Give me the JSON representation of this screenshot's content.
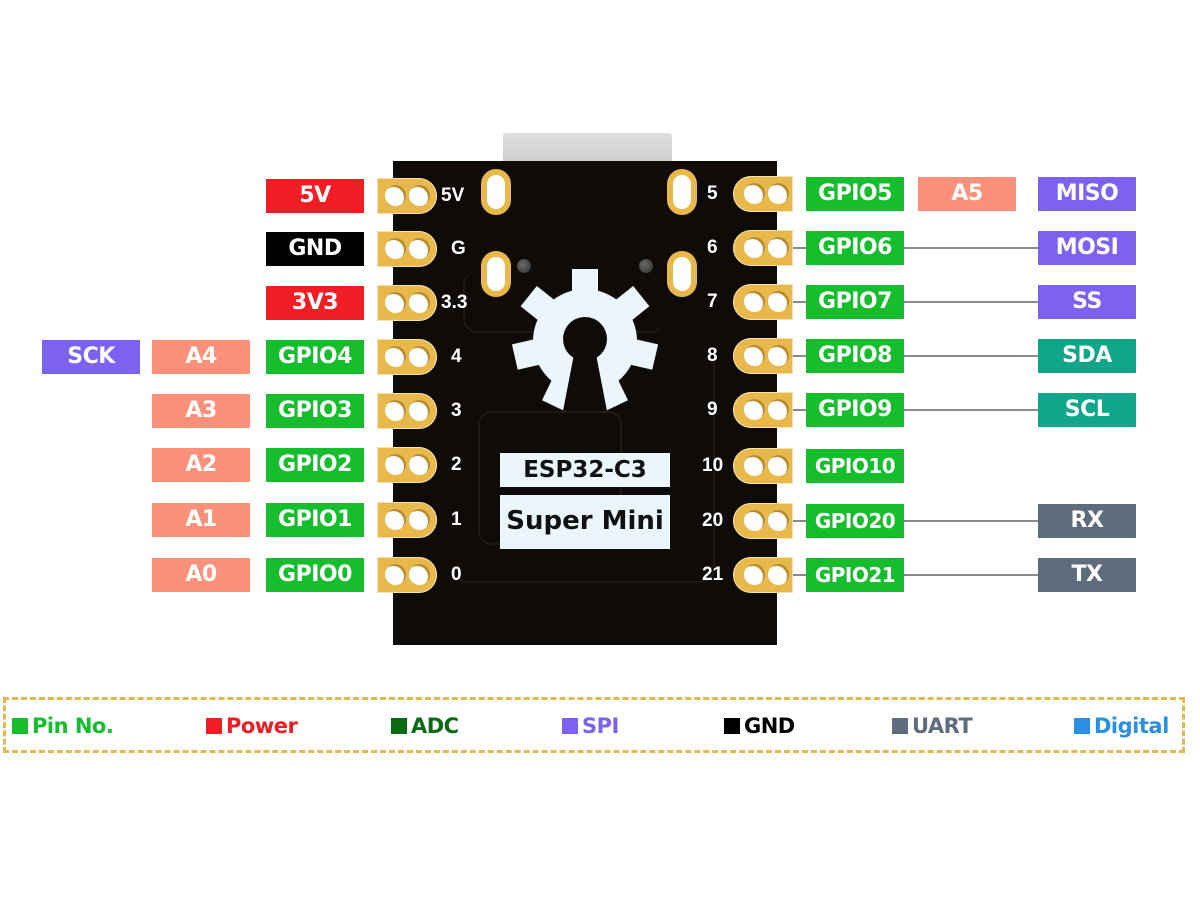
{
  "colors": {
    "power": "#f01d25",
    "gnd": "#000000",
    "pin": "#16bd2c",
    "adc": "#fb917b",
    "spi": "#7d62ef",
    "i2c": "#0fa68a",
    "uart": "#5f6c7e",
    "pad": "#e8b84a",
    "board": "#0f0b08"
  },
  "board": {
    "chip_name": "ESP32-C3",
    "model_name": "Super Mini"
  },
  "left_pins": [
    {
      "silk": "5V",
      "labels": [
        {
          "text": "5V",
          "type": "power"
        }
      ]
    },
    {
      "silk": "G",
      "labels": [
        {
          "text": "GND",
          "type": "gnd"
        }
      ]
    },
    {
      "silk": "3.3",
      "labels": [
        {
          "text": "3V3",
          "type": "power"
        }
      ]
    },
    {
      "silk": "4",
      "labels": [
        {
          "text": "GPIO4",
          "type": "pin"
        },
        {
          "text": "A4",
          "type": "adc"
        },
        {
          "text": "SCK",
          "type": "spi"
        }
      ]
    },
    {
      "silk": "3",
      "labels": [
        {
          "text": "GPIO3",
          "type": "pin"
        },
        {
          "text": "A3",
          "type": "adc"
        }
      ]
    },
    {
      "silk": "2",
      "labels": [
        {
          "text": "GPIO2",
          "type": "pin"
        },
        {
          "text": "A2",
          "type": "adc"
        }
      ]
    },
    {
      "silk": "1",
      "labels": [
        {
          "text": "GPIO1",
          "type": "pin"
        },
        {
          "text": "A1",
          "type": "adc"
        }
      ]
    },
    {
      "silk": "0",
      "labels": [
        {
          "text": "GPIO0",
          "type": "pin"
        },
        {
          "text": "A0",
          "type": "adc"
        }
      ]
    }
  ],
  "right_pins": [
    {
      "silk": "5",
      "labels": [
        {
          "text": "GPIO5",
          "type": "pin"
        },
        {
          "text": "A5",
          "type": "adc"
        },
        {
          "text": "MISO",
          "type": "spi"
        }
      ]
    },
    {
      "silk": "6",
      "labels": [
        {
          "text": "GPIO6",
          "type": "pin"
        },
        {
          "text": "MOSI",
          "type": "spi"
        }
      ]
    },
    {
      "silk": "7",
      "labels": [
        {
          "text": "GPIO7",
          "type": "pin"
        },
        {
          "text": "SS",
          "type": "spi"
        }
      ]
    },
    {
      "silk": "8",
      "labels": [
        {
          "text": "GPIO8",
          "type": "pin"
        },
        {
          "text": "SDA",
          "type": "i2c"
        }
      ]
    },
    {
      "silk": "9",
      "labels": [
        {
          "text": "GPIO9",
          "type": "pin"
        },
        {
          "text": "SCL",
          "type": "i2c"
        }
      ]
    },
    {
      "silk": "10",
      "labels": [
        {
          "text": "GPIO10",
          "type": "pin"
        }
      ]
    },
    {
      "silk": "20",
      "labels": [
        {
          "text": "GPIO20",
          "type": "pin"
        },
        {
          "text": "RX",
          "type": "uart"
        }
      ]
    },
    {
      "silk": "21",
      "labels": [
        {
          "text": "GPIO21",
          "type": "pin"
        },
        {
          "text": "TX",
          "type": "uart"
        }
      ]
    }
  ],
  "legend": [
    {
      "label": "Pin No.",
      "color": "#16bd2c",
      "text_color": "#16bd2c"
    },
    {
      "label": "Power",
      "color": "#f01d25",
      "text_color": "#f01d25"
    },
    {
      "label": "ADC",
      "color": "#0b6b12",
      "text_color": "#0b6b12"
    },
    {
      "label": "SPI",
      "color": "#7d62ef",
      "text_color": "#7d62ef"
    },
    {
      "label": "GND",
      "color": "#000000",
      "text_color": "#000000"
    },
    {
      "label": "UART",
      "color": "#5f6c7e",
      "text_color": "#5f6c7e"
    },
    {
      "label": "Digital",
      "color": "#2b8fe0",
      "text_color": "#2b8fe0"
    }
  ]
}
